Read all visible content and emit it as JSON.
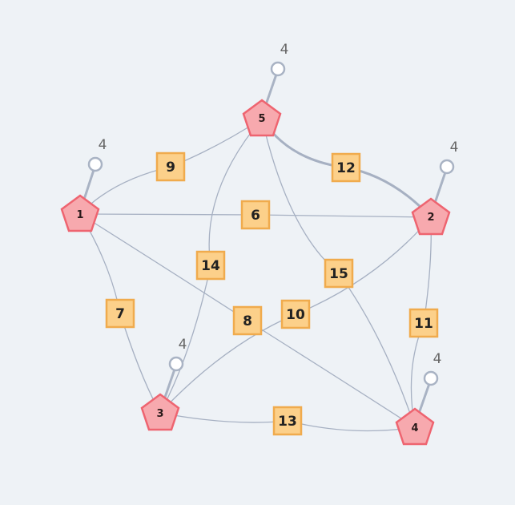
{
  "diagram": {
    "nodes": [
      {
        "id": "1",
        "label": "1",
        "port_label": "4"
      },
      {
        "id": "2",
        "label": "2",
        "port_label": "4"
      },
      {
        "id": "3",
        "label": "3",
        "port_label": "4"
      },
      {
        "id": "4",
        "label": "4",
        "port_label": "4"
      },
      {
        "id": "5",
        "label": "5",
        "port_label": "4"
      }
    ],
    "connectors": [
      {
        "id": "6",
        "label": "6",
        "from": "1",
        "to": "2"
      },
      {
        "id": "7",
        "label": "7",
        "from": "1",
        "to": "3"
      },
      {
        "id": "8",
        "label": "8",
        "from": "1",
        "to": "4"
      },
      {
        "id": "9",
        "label": "9",
        "from": "1",
        "to": "5"
      },
      {
        "id": "10",
        "label": "10",
        "from": "2",
        "to": "3"
      },
      {
        "id": "11",
        "label": "11",
        "from": "2",
        "to": "4"
      },
      {
        "id": "12",
        "label": "12",
        "from": "2",
        "to": "5"
      },
      {
        "id": "13",
        "label": "13",
        "from": "3",
        "to": "4"
      },
      {
        "id": "14",
        "label": "14",
        "from": "3",
        "to": "5"
      },
      {
        "id": "15",
        "label": "15",
        "from": "4",
        "to": "5"
      }
    ]
  }
}
